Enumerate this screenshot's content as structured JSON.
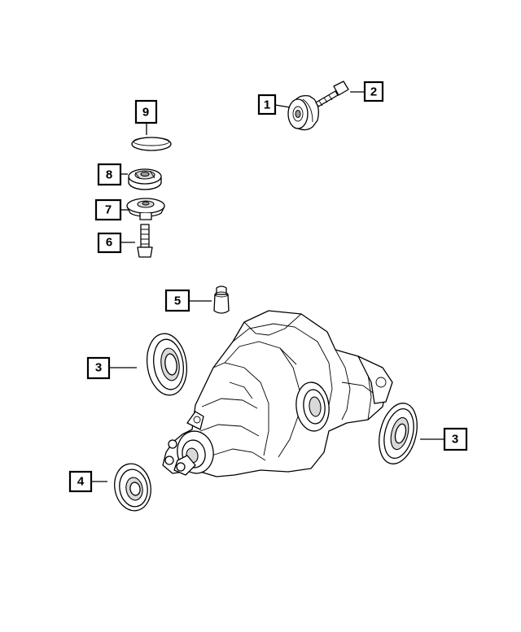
{
  "callouts": [
    {
      "id": "c1",
      "label": "1"
    },
    {
      "id": "c2",
      "label": "2"
    },
    {
      "id": "c9",
      "label": "9"
    },
    {
      "id": "c8",
      "label": "8"
    },
    {
      "id": "c7",
      "label": "7"
    },
    {
      "id": "c6",
      "label": "6"
    },
    {
      "id": "c5",
      "label": "5"
    },
    {
      "id": "c3a",
      "label": "3"
    },
    {
      "id": "c3b",
      "label": "3"
    },
    {
      "id": "c4",
      "label": "4"
    }
  ]
}
